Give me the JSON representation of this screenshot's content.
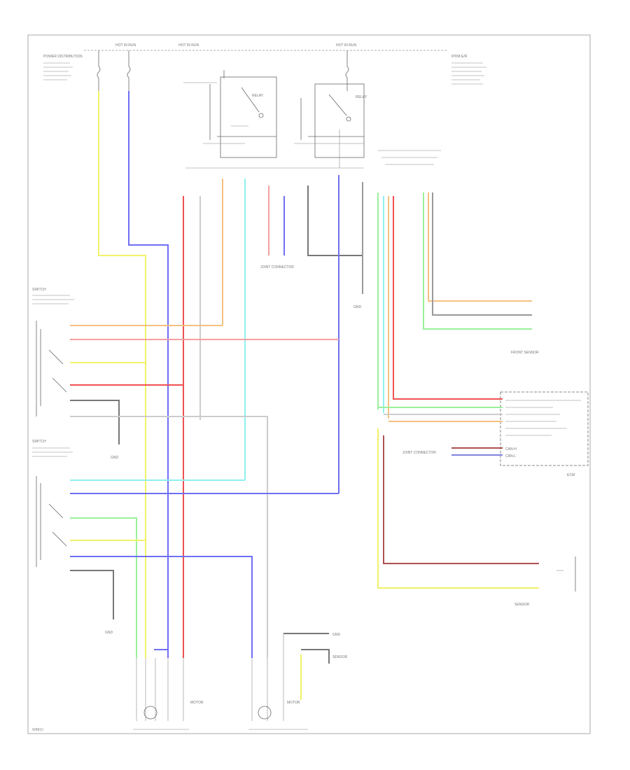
{
  "diagram": {
    "footer_code": "W8810",
    "wire_colors": {
      "yellow": "#f2f26a",
      "blue": "#6f6ff5",
      "red": "#f05050",
      "pink": "#f5a0a0",
      "orange": "#f5c080",
      "cyan": "#8ff0f0",
      "green": "#9af09a",
      "grey": "#cccccc",
      "darkgrey": "#777777",
      "darkred": "#b05050",
      "purple": "#8080e0"
    },
    "labels": {
      "hot_at_all_times": "HOT IN RUN",
      "hot_in_run_1": "HOT IN RUN",
      "hot_in_start": "HOT IN RUN",
      "fuse_left": "POWER DISTRIBUTION",
      "fuse_right": "IPDM E/R",
      "relay_1": "RELAY",
      "relay_2": "RELAY",
      "ground_1": "GND",
      "ground_2": "GND",
      "ground_3": "GND",
      "ground_4": "GND",
      "joint_connector_1": "JOINT CONNECTOR",
      "joint_connector_2": "JOINT CONNECTOR",
      "front_sensor": "FRONT SENSOR",
      "left_switch": "SWITCH",
      "left_switch_2": "SWITCH",
      "ecm": "ECM",
      "right_connector": "SENSOR",
      "right_sensor": "SENSOR",
      "motor_1": "MOTOR",
      "motor_2": "MOTOR",
      "can_h": "CAN-H",
      "can_l": "CAN-L"
    }
  }
}
